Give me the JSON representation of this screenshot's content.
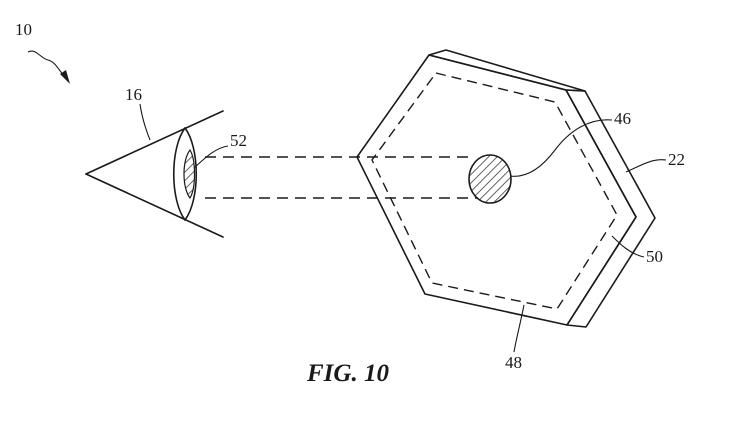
{
  "figure": {
    "caption": "FIG. 10",
    "labels": {
      "system": "10",
      "eye": "16",
      "pupil": "52",
      "spot": "46",
      "device": "22",
      "inner_region": "50",
      "border": "48"
    }
  }
}
